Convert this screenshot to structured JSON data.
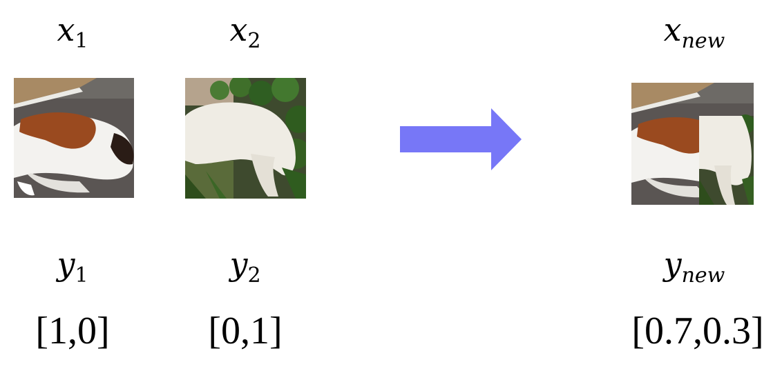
{
  "samples": [
    {
      "x_var": "x",
      "x_sub": "1",
      "y_var": "y",
      "y_sub": "1",
      "label": "[1,0]",
      "image": "dog-brown-white-lying"
    },
    {
      "x_var": "x",
      "x_sub": "2",
      "y_var": "y",
      "y_sub": "2",
      "label": "[0,1]",
      "image": "dog-white-curly"
    }
  ],
  "result": {
    "x_var": "x",
    "x_sub": "new",
    "y_var": "y",
    "y_sub": "new",
    "label": "[0.7,0.3]",
    "image": "cutmix-composite"
  },
  "arrow": {
    "color": "#7777f7",
    "direction": "right"
  }
}
